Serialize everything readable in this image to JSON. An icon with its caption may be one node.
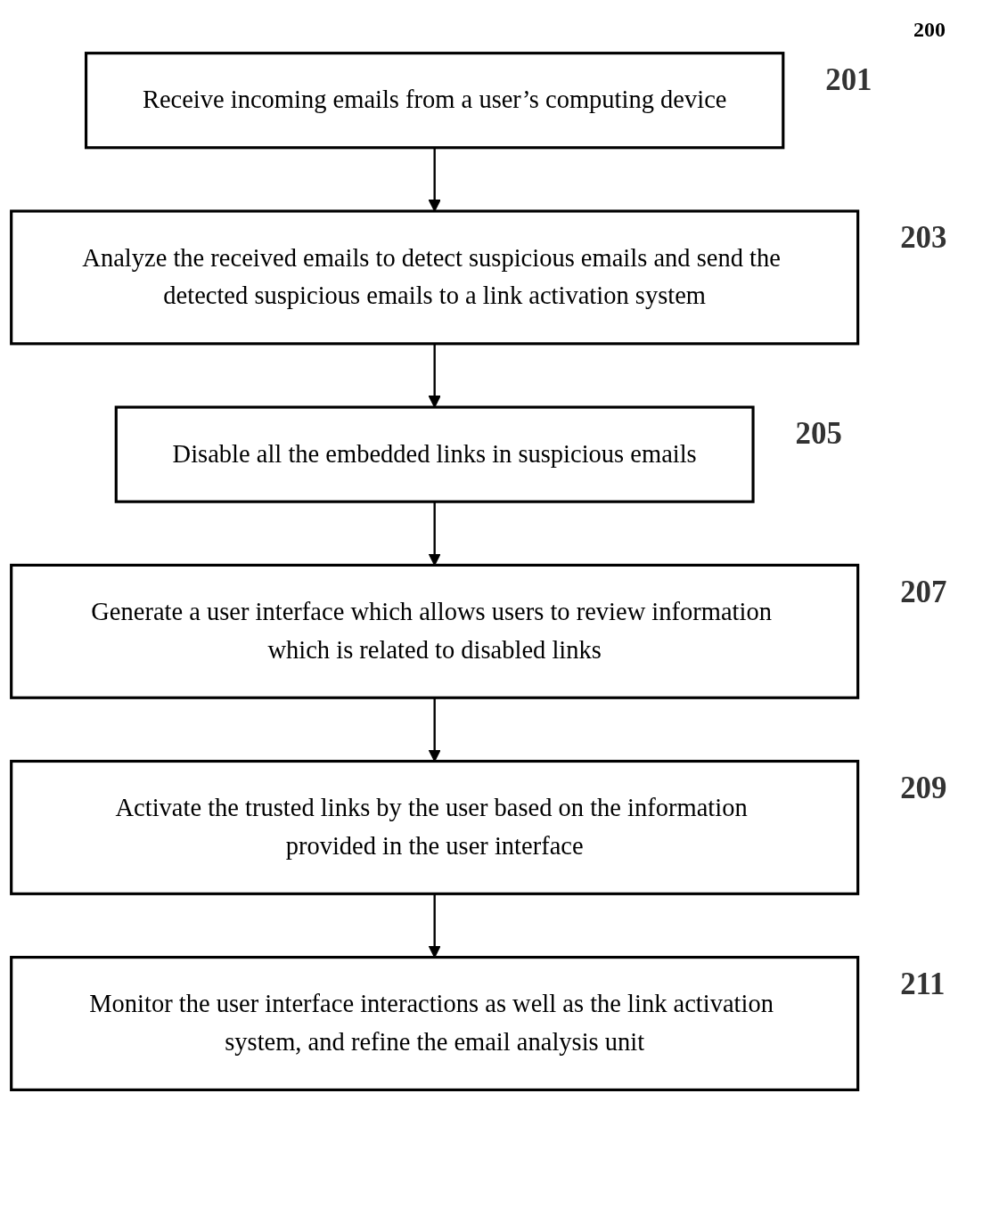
{
  "diagram": {
    "nodes": [
      {
        "text": [
          "Receive incoming emails from a user’s computing device"
        ],
        "beside": [
          "201"
        ]
      },
      {
        "text": [
          "Analyze the received emails to detect suspicious emails and send the detected suspicious emails to a link activation system"
        ],
        "beside": [
          "203"
        ]
      },
      {
        "text": [
          "Disable all the embedded links in suspicious emails"
        ],
        "beside": [
          "205"
        ]
      },
      {
        "text": [
          "Generate a user interface which allows users to review information which is related to disabled links"
        ],
        "beside": [
          "207"
        ]
      },
      {
        "text": [
          "Activate the trusted links by the user based on the information provided in the user interface"
        ],
        "beside": [
          "209"
        ]
      },
      {
        "text": [
          "Monitor the user interface interactions as well as the link activation system, and refine the email analysis unit"
        ],
        "beside": [
          "211"
        ]
      }
    ],
    "edges": [
      {
        "from": 0,
        "to": 1,
        "arrow": "to"
      },
      {
        "from": 1,
        "to": 2,
        "arrow": "to"
      },
      {
        "from": 2,
        "to": 3,
        "arrow": "to"
      },
      {
        "from": 3,
        "to": 4,
        "arrow": "to"
      },
      {
        "from": 4,
        "to": 5,
        "arrow": "to"
      }
    ],
    "labels": [
      "200"
    ]
  }
}
